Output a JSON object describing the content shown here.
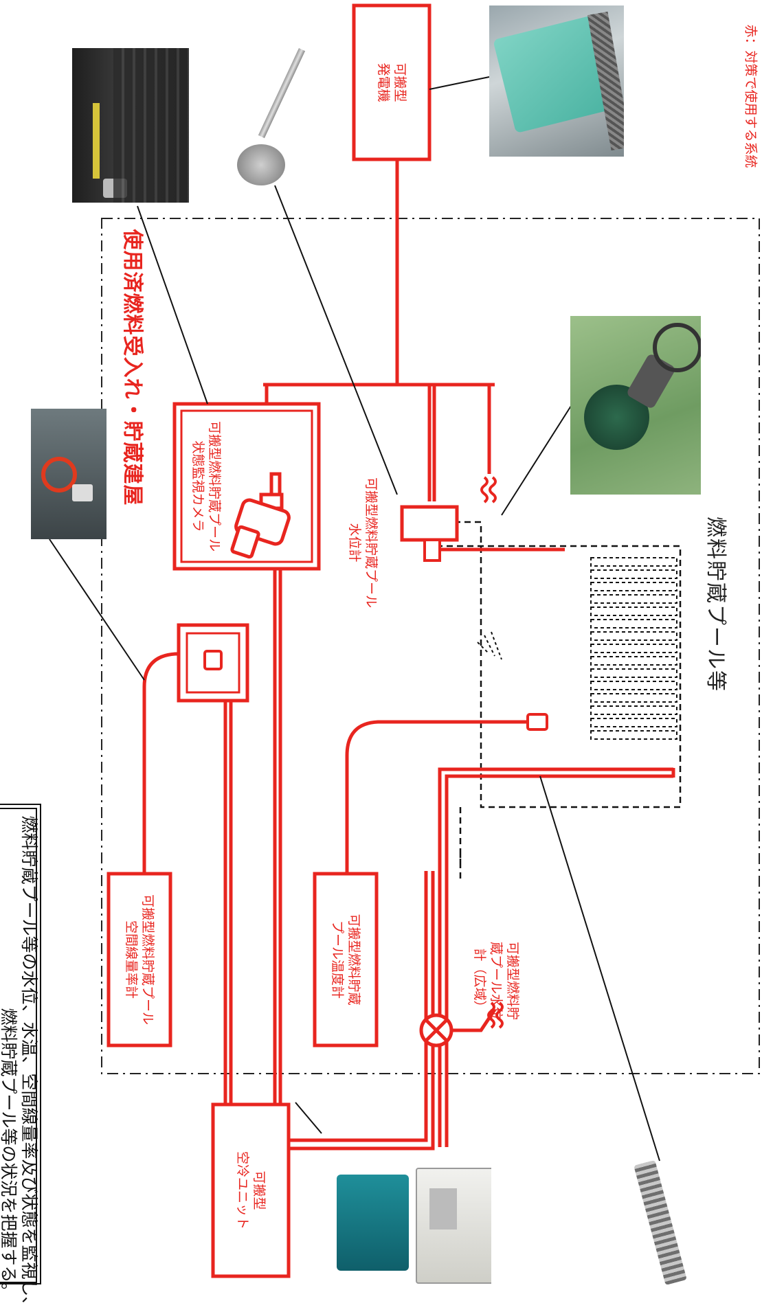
{
  "note": {
    "line1": "燃料貯蔵プール等の水位、水温、空間線量率及び状態を監視し、",
    "line2": "燃料貯蔵プール等の状況を把握する。"
  },
  "legend": "赤：対策で使用する系統",
  "building_title": "使用済燃料受入れ・貯蔵建屋",
  "pool_title": "燃料貯蔵プール等",
  "equipment": {
    "generator": "可搬型\n発電機",
    "air_cooling_unit": "可搬型\n空冷ユニット",
    "camera": "可搬型燃料貯蔵プール\n状態監視カメラ",
    "dose_meter": "可搬型燃料貯蔵プール\n空間線量率計",
    "temp_meter": "可搬型燃料貯蔵\nプール温度計",
    "level_meter": "可搬型燃料貯蔵プール\n水位計",
    "wide_level_meter": "可搬型燃料貯\n蔵プール水位\n計（広域）"
  },
  "colors": {
    "system_red": "#e8251f",
    "pool_dash": "#111111",
    "building_dash": "#222222"
  },
  "photos": {
    "generator_photo": "generator-photo",
    "level_sensor_photo": "level-sensor-photo",
    "camera_photo": "camera-photo",
    "camera_body_photo": "camera-body-photo",
    "dose_meter_photo": "dose-meter-photo",
    "air_unit_photo": "air-unit-photo",
    "wide_level_photo": "wide-level-sensor-photo"
  }
}
